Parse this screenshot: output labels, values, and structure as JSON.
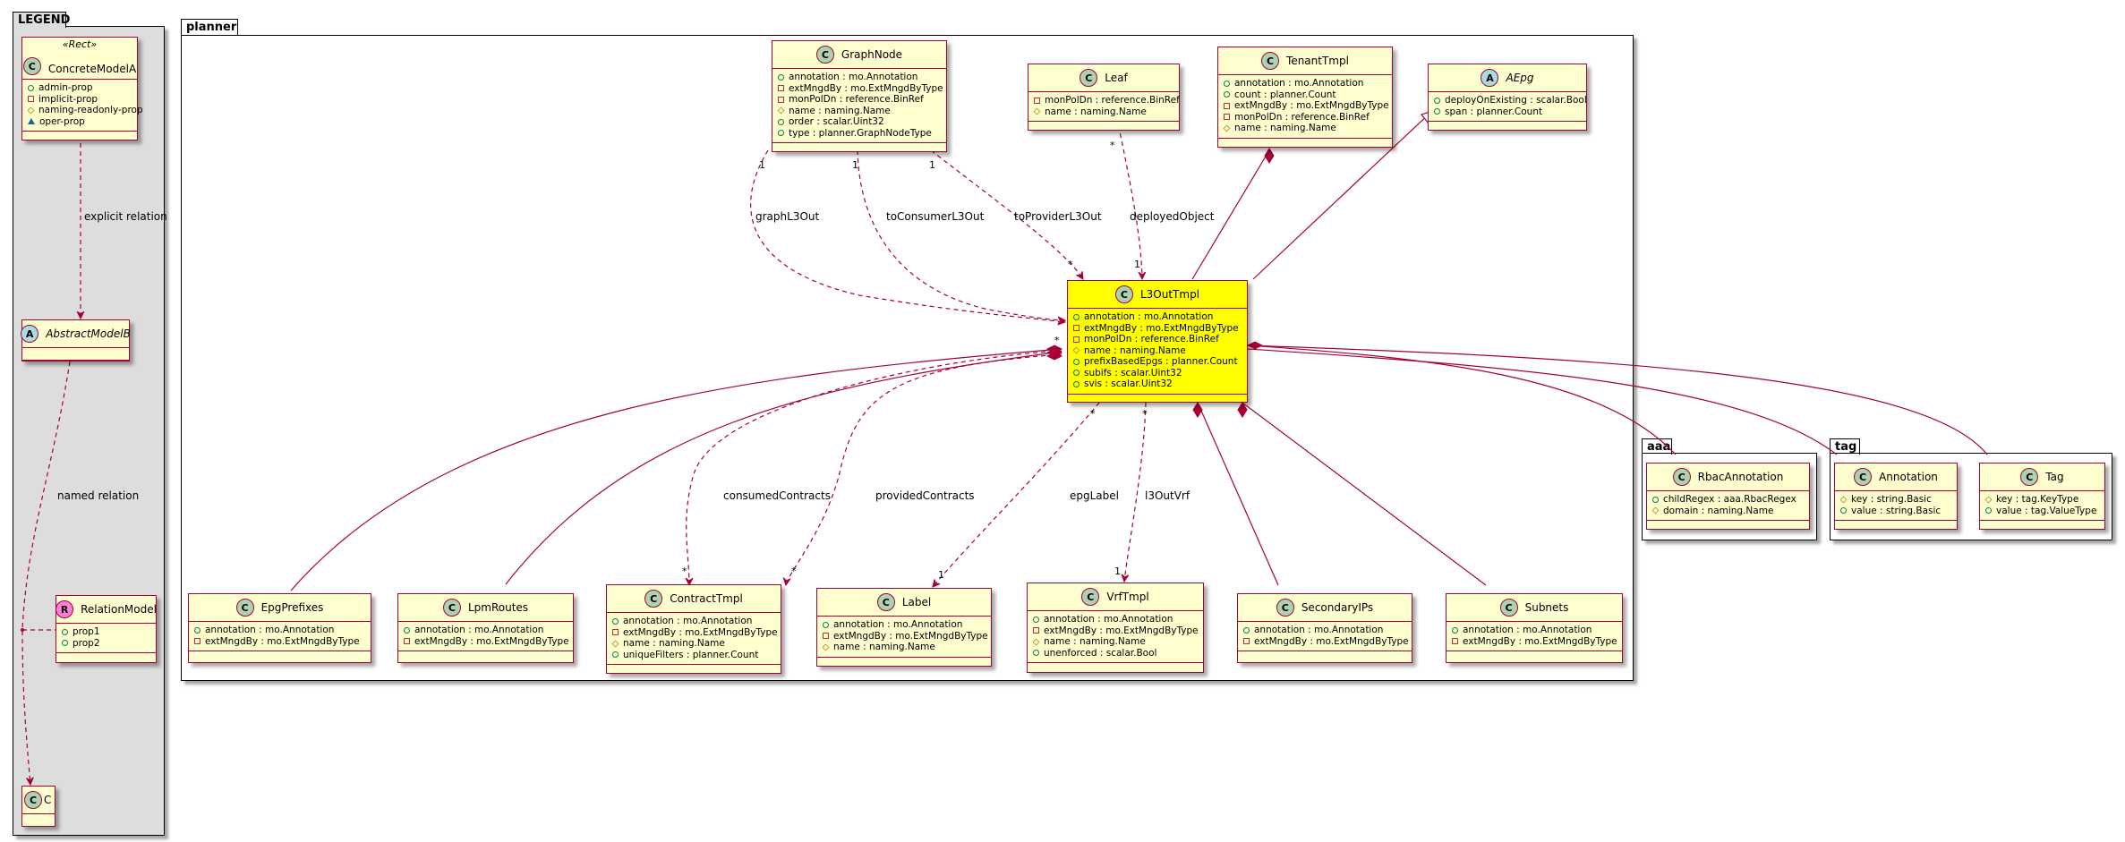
{
  "packages": {
    "legend": "LEGEND",
    "planner": "planner",
    "aaa": "aaa",
    "tag": "tag"
  },
  "colors": {
    "class_fill": "#FEFECE",
    "class_border": "#A80036",
    "highlight_fill": "#FFFF00",
    "legend_bg": "#DDDDDD",
    "class_circle": "#ADD1B2",
    "abstract_circle": "#A9DCDF",
    "relation_circle": "#FF7EDB"
  },
  "classes": {
    "concreteA": {
      "stereotype": "«Rect»",
      "name": "ConcreteModelA",
      "attrs": [
        {
          "vis": "pub",
          "text": "admin-prop"
        },
        {
          "vis": "priv",
          "text": "implicit-prop"
        },
        {
          "vis": "prot",
          "text": "naming-readonly-prop"
        },
        {
          "vis": "pkgv",
          "text": "oper-prop"
        }
      ]
    },
    "abstractB": {
      "name": "AbstractModelB",
      "attrs": []
    },
    "relationModel": {
      "name": "RelationModel",
      "attrs": [
        {
          "vis": "pub",
          "text": "prop1"
        },
        {
          "vis": "pub",
          "text": "prop2"
        }
      ]
    },
    "c": {
      "name": "C",
      "attrs": []
    },
    "graphNode": {
      "name": "GraphNode",
      "attrs": [
        {
          "vis": "pub",
          "text": "annotation : mo.Annotation"
        },
        {
          "vis": "priv",
          "text": "extMngdBy : mo.ExtMngdByType"
        },
        {
          "vis": "priv",
          "text": "monPolDn : reference.BinRef"
        },
        {
          "vis": "prot",
          "text": "name : naming.Name"
        },
        {
          "vis": "pub",
          "text": "order : scalar.Uint32"
        },
        {
          "vis": "pub",
          "text": "type : planner.GraphNodeType"
        }
      ]
    },
    "leaf": {
      "name": "Leaf",
      "attrs": [
        {
          "vis": "priv",
          "text": "monPolDn : reference.BinRef"
        },
        {
          "vis": "prot",
          "text": "name : naming.Name"
        }
      ]
    },
    "tenantTmpl": {
      "name": "TenantTmpl",
      "attrs": [
        {
          "vis": "pub",
          "text": "annotation : mo.Annotation"
        },
        {
          "vis": "pub",
          "text": "count : planner.Count"
        },
        {
          "vis": "priv",
          "text": "extMngdBy : mo.ExtMngdByType"
        },
        {
          "vis": "priv",
          "text": "monPolDn : reference.BinRef"
        },
        {
          "vis": "prot",
          "text": "name : naming.Name"
        }
      ]
    },
    "aEpg": {
      "name": "AEpg",
      "attrs": [
        {
          "vis": "pub",
          "text": "deployOnExisting : scalar.Bool"
        },
        {
          "vis": "pub",
          "text": "span : planner.Count"
        }
      ]
    },
    "l3OutTmpl": {
      "name": "L3OutTmpl",
      "attrs": [
        {
          "vis": "pub",
          "text": "annotation : mo.Annotation"
        },
        {
          "vis": "priv",
          "text": "extMngdBy : mo.ExtMngdByType"
        },
        {
          "vis": "priv",
          "text": "monPolDn : reference.BinRef"
        },
        {
          "vis": "prot",
          "text": "name : naming.Name"
        },
        {
          "vis": "pub",
          "text": "prefixBasedEpgs : planner.Count"
        },
        {
          "vis": "pub",
          "text": "subifs : scalar.Uint32"
        },
        {
          "vis": "pub",
          "text": "svis : scalar.Uint32"
        }
      ]
    },
    "epgPrefixes": {
      "name": "EpgPrefixes",
      "attrs": [
        {
          "vis": "pub",
          "text": "annotation : mo.Annotation"
        },
        {
          "vis": "priv",
          "text": "extMngdBy : mo.ExtMngdByType"
        }
      ]
    },
    "lpmRoutes": {
      "name": "LpmRoutes",
      "attrs": [
        {
          "vis": "pub",
          "text": "annotation : mo.Annotation"
        },
        {
          "vis": "priv",
          "text": "extMngdBy : mo.ExtMngdByType"
        }
      ]
    },
    "contractTmpl": {
      "name": "ContractTmpl",
      "attrs": [
        {
          "vis": "pub",
          "text": "annotation : mo.Annotation"
        },
        {
          "vis": "priv",
          "text": "extMngdBy : mo.ExtMngdByType"
        },
        {
          "vis": "prot",
          "text": "name : naming.Name"
        },
        {
          "vis": "pub",
          "text": "uniqueFilters : planner.Count"
        }
      ]
    },
    "label": {
      "name": "Label",
      "attrs": [
        {
          "vis": "pub",
          "text": "annotation : mo.Annotation"
        },
        {
          "vis": "priv",
          "text": "extMngdBy : mo.ExtMngdByType"
        },
        {
          "vis": "prot",
          "text": "name : naming.Name"
        }
      ]
    },
    "vrfTmpl": {
      "name": "VrfTmpl",
      "attrs": [
        {
          "vis": "pub",
          "text": "annotation : mo.Annotation"
        },
        {
          "vis": "priv",
          "text": "extMngdBy : mo.ExtMngdByType"
        },
        {
          "vis": "prot",
          "text": "name : naming.Name"
        },
        {
          "vis": "pub",
          "text": "unenforced : scalar.Bool"
        }
      ]
    },
    "secondaryIPs": {
      "name": "SecondaryIPs",
      "attrs": [
        {
          "vis": "pub",
          "text": "annotation : mo.Annotation"
        },
        {
          "vis": "priv",
          "text": "extMngdBy : mo.ExtMngdByType"
        }
      ]
    },
    "subnets": {
      "name": "Subnets",
      "attrs": [
        {
          "vis": "pub",
          "text": "annotation : mo.Annotation"
        },
        {
          "vis": "priv",
          "text": "extMngdBy : mo.ExtMngdByType"
        }
      ]
    },
    "rbacAnnotation": {
      "name": "RbacAnnotation",
      "attrs": [
        {
          "vis": "pub",
          "text": "childRegex : aaa.RbacRegex"
        },
        {
          "vis": "prot",
          "text": "domain : naming.Name"
        }
      ]
    },
    "annotation": {
      "name": "Annotation",
      "attrs": [
        {
          "vis": "prot",
          "text": "key : string.Basic"
        },
        {
          "vis": "pub",
          "text": "value : string.Basic"
        }
      ]
    },
    "tag": {
      "name": "Tag",
      "attrs": [
        {
          "vis": "prot",
          "text": "key : tag.KeyType"
        },
        {
          "vis": "pub",
          "text": "value : tag.ValueType"
        }
      ]
    }
  },
  "relations": {
    "explicit": "explicit relation",
    "named": "named relation",
    "graphL3Out": "graphL3Out",
    "toConsumerL3Out": "toConsumerL3Out",
    "toProviderL3Out": "toProviderL3Out",
    "deployedObject": "deployedObject",
    "consumedContracts": "consumedContracts",
    "providedContracts": "providedContracts",
    "epgLabel": "epgLabel",
    "l3OutVrf": "l3OutVrf"
  },
  "multiplicities": {
    "one": "1",
    "many": "*"
  }
}
